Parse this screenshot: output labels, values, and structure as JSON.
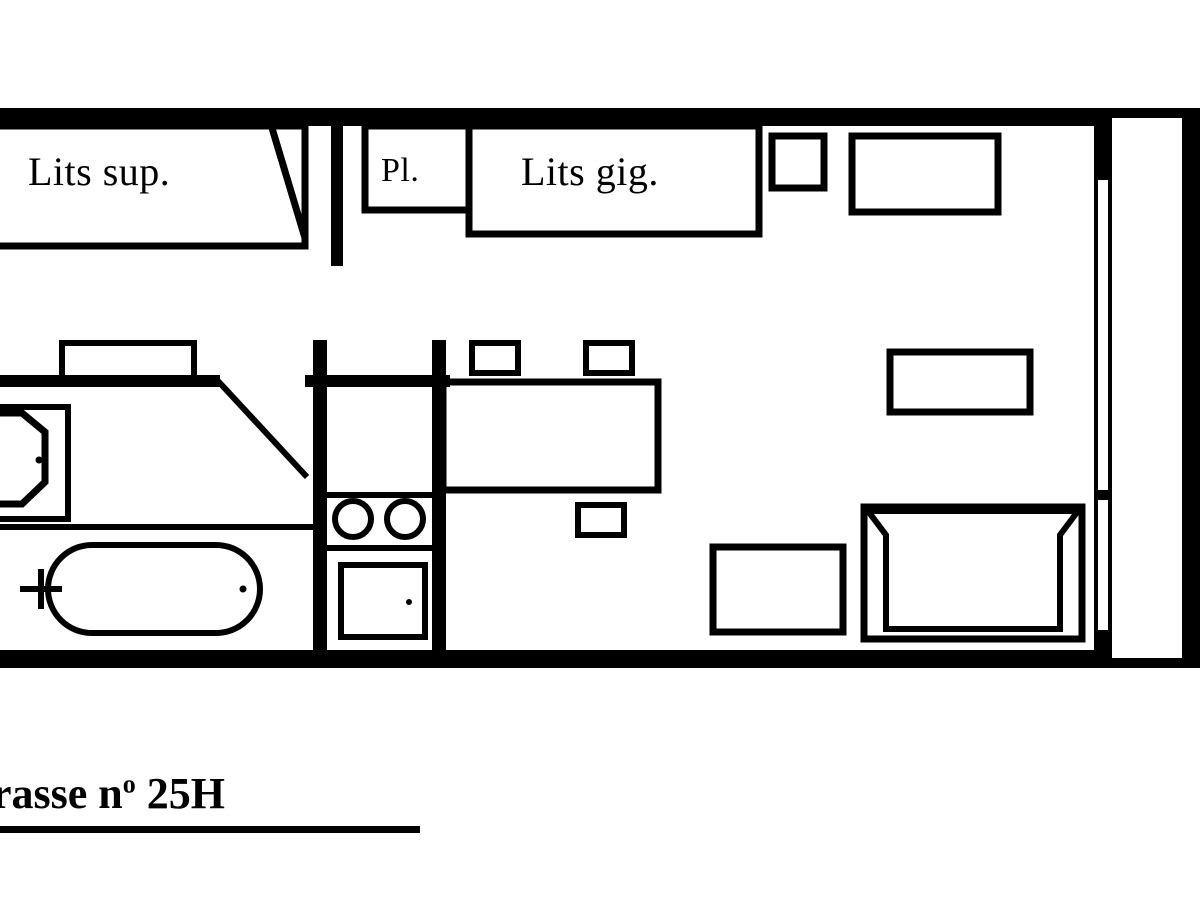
{
  "document": {
    "type": "architectural-floor-plan",
    "caption_text": "rasse n",
    "caption_superscript": "o",
    "caption_number": " 25H",
    "caption_full": "rasse n° 25H"
  },
  "labels": {
    "lits_sup": "Lits sup.",
    "placard": "Pl.",
    "lits_gig": "Lits gig."
  },
  "colors": {
    "wall": "#000000",
    "furniture": "#000000",
    "background": "#ffffff",
    "text": "#000000"
  },
  "rooms": [
    {
      "id": "chambre-lits-superposes",
      "label": "Lits sup.",
      "icon": "bunk-bed-icon"
    },
    {
      "id": "placard",
      "label": "Pl.",
      "icon": "closet-icon"
    },
    {
      "id": "chambre-lits-gigognes",
      "label": "Lits gig.",
      "icon": "trundle-bed-icon"
    },
    {
      "id": "salle-de-bain",
      "label": "",
      "icon": "bathroom-icon"
    },
    {
      "id": "cuisine",
      "label": "",
      "icon": "kitchen-icon"
    },
    {
      "id": "sejour",
      "label": "",
      "icon": "living-room-icon"
    },
    {
      "id": "terrasse",
      "label": "",
      "icon": "terrace-icon"
    }
  ],
  "fixtures": [
    {
      "name": "sink-basin",
      "room": "salle-de-bain"
    },
    {
      "name": "bathtub",
      "room": "salle-de-bain"
    },
    {
      "name": "wc-cistern",
      "room": "salle-de-bain"
    },
    {
      "name": "door-swing",
      "room": "salle-de-bain"
    },
    {
      "name": "cooktop-burners",
      "room": "cuisine",
      "count": 2
    },
    {
      "name": "oven-appliance",
      "room": "cuisine"
    },
    {
      "name": "dining-table",
      "room": "sejour"
    },
    {
      "name": "dining-chair",
      "room": "sejour",
      "count": 3
    },
    {
      "name": "sofa",
      "room": "sejour"
    },
    {
      "name": "side-table",
      "room": "sejour"
    },
    {
      "name": "cabinet",
      "room": "sejour"
    },
    {
      "name": "nightstand",
      "room": "chambre-lits-gigognes"
    },
    {
      "name": "bed",
      "room": "chambre-lits-gigognes"
    },
    {
      "name": "sliding-door",
      "room": "terrasse",
      "count": 2
    }
  ]
}
